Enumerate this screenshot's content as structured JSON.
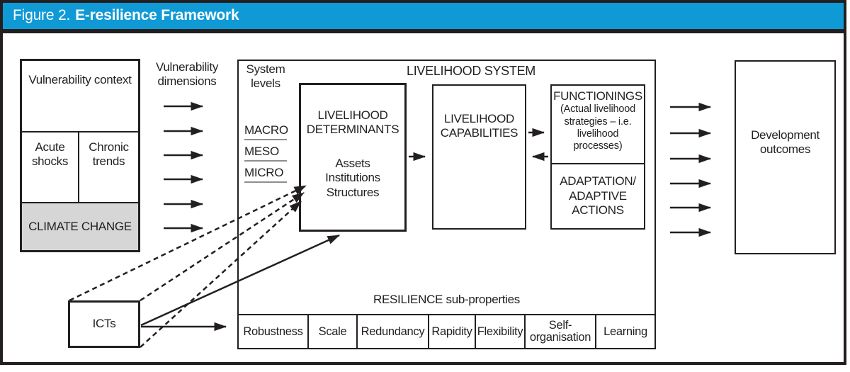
{
  "header": {
    "figure_label": "Figure 2.",
    "title": "E-resilience Framework"
  },
  "colors": {
    "header_bg": "#0f9ad6",
    "climate_bg": "#d6d6d6",
    "line": "#231f20",
    "level_underline": "#8e8e8e"
  },
  "vulnerability": {
    "context_label": "Vulnerability context",
    "acute": "Acute shocks",
    "chronic": "Chronic trends",
    "climate": "CLIMATE CHANGE",
    "dimensions_label": "Vulnerability dimensions"
  },
  "livelihood_system": {
    "title": "LIVELIHOOD SYSTEM",
    "system_levels_label": "System levels",
    "levels": [
      "MACRO",
      "MESO",
      "MICRO"
    ],
    "determinants": {
      "title": "LIVELIHOOD DETERMINANTS",
      "items": [
        "Assets",
        "Institutions",
        "Structures"
      ]
    },
    "capabilities": "LIVELIHOOD CAPABILITIES",
    "functionings": {
      "title": "FUNCTIONINGS",
      "subtitle": "(Actual livelihood strategies – i.e. livelihood processes)"
    },
    "adaptation": "ADAPTATION/ ADAPTIVE ACTIONS",
    "resilience_label": "RESILIENCE sub-properties",
    "sub_properties": [
      "Robustness",
      "Scale",
      "Redundancy",
      "Rapidity",
      "Flexibility",
      "Self-organisation",
      "Learning"
    ]
  },
  "outcomes": {
    "label": "Development outcomes"
  },
  "icts": {
    "label": "ICTs"
  }
}
